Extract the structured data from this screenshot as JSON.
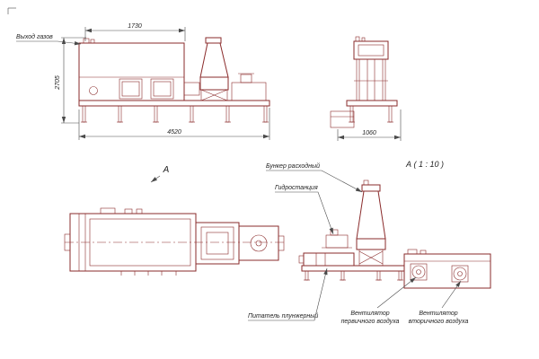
{
  "drawing": {
    "view_labels": {
      "section_a": "А",
      "detail_a": "А ( 1 : 10 )"
    },
    "annotations": {
      "gas_outlet": "Выход газов",
      "hopper": "Бункер расходный",
      "hydrostation": "Гидростанция",
      "plunger_feeder": "Питатель плунжерный",
      "primary_fan_line1": "Вентилятор",
      "primary_fan_line2": "первичного воздуха",
      "secondary_fan_line1": "Вентилятор",
      "secondary_fan_line2": "вторичного воздуха"
    },
    "dimensions": {
      "furnace_top_width": "1730",
      "overall_height": "2705",
      "overall_length": "4520",
      "end_view_width": "1060"
    },
    "colors": {
      "structure": "#8a2b2b",
      "dimension": "#4a4a4a",
      "text": "#1f1f1f",
      "background": "#ffffff"
    }
  }
}
